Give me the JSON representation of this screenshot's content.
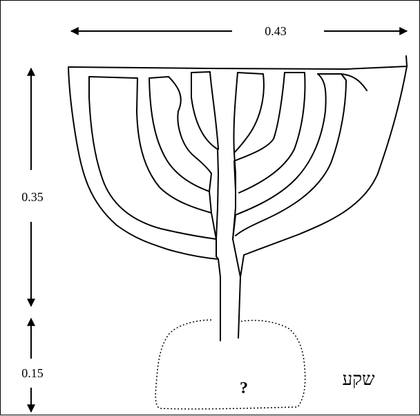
{
  "dimensions": {
    "width": "0.43",
    "upper_height": "0.35",
    "lower_height": "0.15"
  },
  "base_label": "?",
  "hebrew_label": "שקע"
}
